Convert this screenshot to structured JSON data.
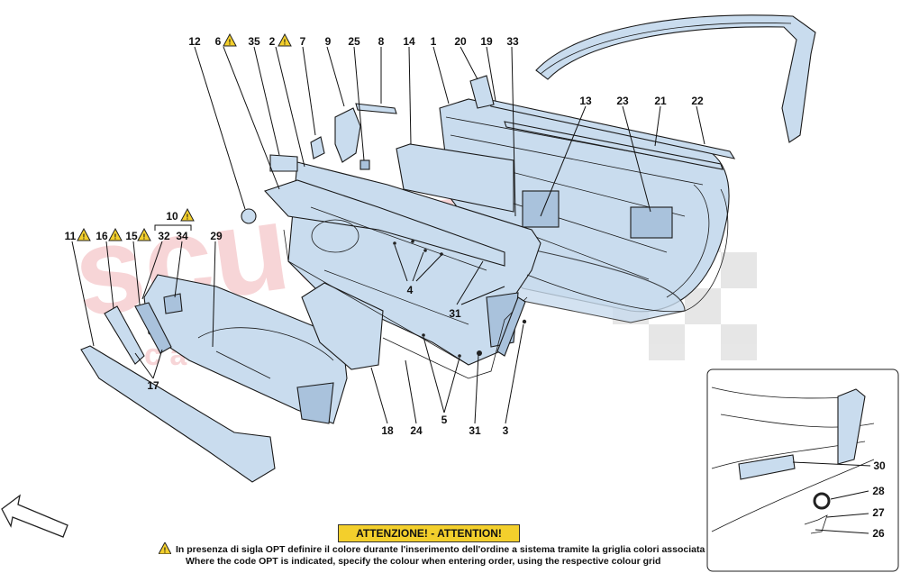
{
  "watermark": {
    "main": "scuderia",
    "sub": "c a r p a r t s",
    "color": "#f2b4b8"
  },
  "colors": {
    "part_fill": "#c9dcee",
    "warning_yellow": "#f3cf2c",
    "line": "#1a1a1a"
  },
  "callouts": [
    {
      "id": "c12",
      "label": "12",
      "warning": false
    },
    {
      "id": "c6",
      "label": "6",
      "warning": true
    },
    {
      "id": "c35",
      "label": "35",
      "warning": false
    },
    {
      "id": "c2",
      "label": "2",
      "warning": true
    },
    {
      "id": "c7",
      "label": "7",
      "warning": false
    },
    {
      "id": "c9",
      "label": "9",
      "warning": false
    },
    {
      "id": "c25",
      "label": "25",
      "warning": false
    },
    {
      "id": "c8",
      "label": "8",
      "warning": false
    },
    {
      "id": "c14",
      "label": "14",
      "warning": false
    },
    {
      "id": "c1",
      "label": "1",
      "warning": false
    },
    {
      "id": "c20",
      "label": "20",
      "warning": false
    },
    {
      "id": "c19",
      "label": "19",
      "warning": false
    },
    {
      "id": "c33",
      "label": "33",
      "warning": false
    },
    {
      "id": "c13",
      "label": "13",
      "warning": false
    },
    {
      "id": "c23",
      "label": "23",
      "warning": false
    },
    {
      "id": "c21",
      "label": "21",
      "warning": false
    },
    {
      "id": "c22",
      "label": "22",
      "warning": false
    },
    {
      "id": "c10",
      "label": "10",
      "warning": true
    },
    {
      "id": "c11",
      "label": "11",
      "warning": true
    },
    {
      "id": "c16",
      "label": "16",
      "warning": true
    },
    {
      "id": "c15",
      "label": "15",
      "warning": true
    },
    {
      "id": "c32",
      "label": "32",
      "warning": false
    },
    {
      "id": "c34",
      "label": "34",
      "warning": false
    },
    {
      "id": "c29",
      "label": "29",
      "warning": false
    },
    {
      "id": "c4",
      "label": "4",
      "warning": false
    },
    {
      "id": "c31a",
      "label": "31",
      "warning": false
    },
    {
      "id": "c17",
      "label": "17",
      "warning": false
    },
    {
      "id": "c18",
      "label": "18",
      "warning": false
    },
    {
      "id": "c24",
      "label": "24",
      "warning": false
    },
    {
      "id": "c5",
      "label": "5",
      "warning": false
    },
    {
      "id": "c31b",
      "label": "31",
      "warning": false
    },
    {
      "id": "c3",
      "label": "3",
      "warning": false
    },
    {
      "id": "c30",
      "label": "30",
      "warning": false
    },
    {
      "id": "c28",
      "label": "28",
      "warning": false
    },
    {
      "id": "c27",
      "label": "27",
      "warning": false
    },
    {
      "id": "c26",
      "label": "26",
      "warning": false
    }
  ],
  "notice": {
    "title": "ATTENZIONE! - ATTENTION!",
    "line_it": "In presenza di sigla OPT definire il colore durante l'inserimento dell'ordine a sistema tramite la griglia colori associata",
    "line_en": "Where the code OPT is indicated, specify the colour when entering order, using the respective colour grid"
  }
}
